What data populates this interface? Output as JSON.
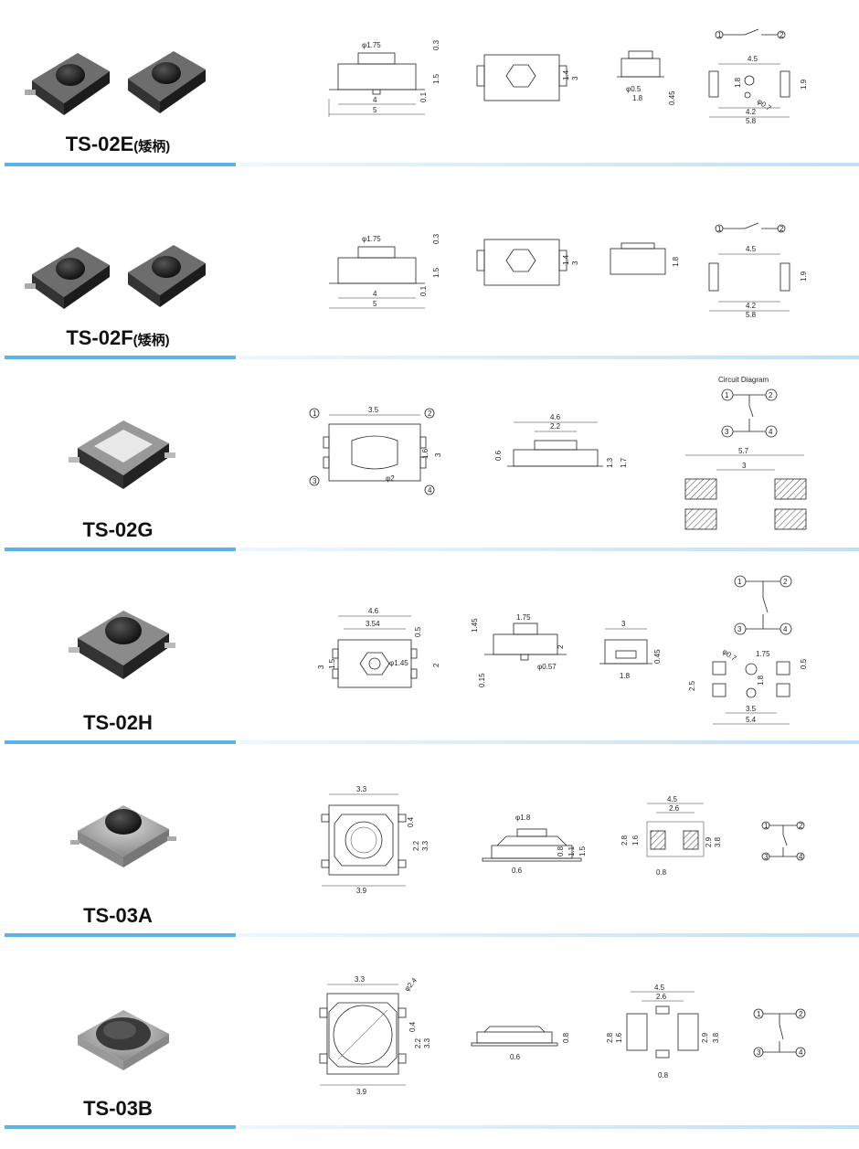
{
  "rows": [
    {
      "model": "TS-02E",
      "suffix": "(矮柄)",
      "dims": {
        "side": [
          "φ1.75",
          "0.3",
          "1.5",
          "0.1",
          "4",
          "5"
        ],
        "top": [
          "1.4",
          "3"
        ],
        "end": [
          "φ0.5",
          "1.8",
          "0.45"
        ],
        "foot": [
          "4.5",
          "1.8",
          "φ0.7",
          "1.9",
          "4.2",
          "5.8"
        ],
        "circuit": [
          "1",
          "2"
        ]
      }
    },
    {
      "model": "TS-02F",
      "suffix": "(矮柄)",
      "dims": {
        "side": [
          "φ1.75",
          "0.3",
          "1.5",
          "0.1",
          "4",
          "5"
        ],
        "top": [
          "1.4",
          "3"
        ],
        "end": [
          "1.8"
        ],
        "foot": [
          "4.5",
          "1.9",
          "4.2",
          "5.8"
        ],
        "circuit": [
          "1",
          "2"
        ]
      }
    },
    {
      "model": "TS-02G",
      "suffix": "",
      "dims": {
        "top": [
          "3.5",
          "1.6",
          "3",
          "φ2",
          "1",
          "2",
          "3",
          "4"
        ],
        "side": [
          "4.6",
          "2.2",
          "0.6",
          "1.3",
          "1.7"
        ],
        "circuit_title": "Circuit Diagram",
        "circuit": [
          "1",
          "2",
          "3",
          "4"
        ],
        "foot": [
          "5.7",
          "3"
        ]
      }
    },
    {
      "model": "TS-02H",
      "suffix": "",
      "dims": {
        "top": [
          "4.6",
          "3.54",
          "0.5",
          "3",
          "1.5",
          "φ1.45",
          "2"
        ],
        "side": [
          "1.45",
          "1.75",
          "2",
          "0.15",
          "φ0.57"
        ],
        "end": [
          "3",
          "0.45",
          "1.8"
        ],
        "circuit": [
          "1",
          "2",
          "3",
          "4"
        ],
        "foot": [
          "φ0.7",
          "1.75",
          "0.5",
          "2.5",
          "1.8",
          "3.5",
          "5.4"
        ]
      }
    },
    {
      "model": "TS-03A",
      "suffix": "",
      "dims": {
        "top": [
          "3.3",
          "0.4",
          "2.2",
          "3.3",
          "3.9"
        ],
        "side": [
          "φ1.8",
          "0.8",
          "1.1",
          "1.5",
          "0.6"
        ],
        "foot": [
          "4.5",
          "2.6",
          "2.8",
          "1.6",
          "2.9",
          "3.8",
          "0.8"
        ],
        "circuit": [
          "1",
          "2",
          "3",
          "4"
        ]
      }
    },
    {
      "model": "TS-03B",
      "suffix": "",
      "dims": {
        "top": [
          "3.3",
          "φ2.4",
          "0.4",
          "2.2",
          "3.3",
          "3.9"
        ],
        "side": [
          "0.8",
          "0.6"
        ],
        "foot": [
          "4.5",
          "2.6",
          "2.8",
          "1.6",
          "2.9",
          "3.8",
          "0.8"
        ],
        "circuit": [
          "1",
          "2",
          "3",
          "4"
        ]
      }
    }
  ]
}
